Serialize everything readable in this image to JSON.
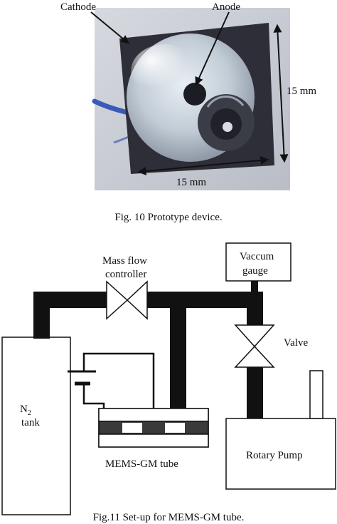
{
  "figure10": {
    "labels": {
      "cathode": "Cathode",
      "anode": "Anode",
      "width": "15 mm",
      "height": "15 mm"
    },
    "caption": "Fig. 10 Prototype device."
  },
  "figure11": {
    "labels": {
      "mass_flow_line1": "Mass flow",
      "mass_flow_line2": "controller",
      "vaccum_line1": "Vaccum",
      "vaccum_line2": "gauge",
      "valve": "Valve",
      "n2_main": "N",
      "n2_sub": "2",
      "tank": "tank",
      "mems_tube": "MEMS-GM tube",
      "rotary_pump": "Rotary Pump"
    },
    "caption": "Fig.11 Set-up for MEMS-GM tube."
  }
}
